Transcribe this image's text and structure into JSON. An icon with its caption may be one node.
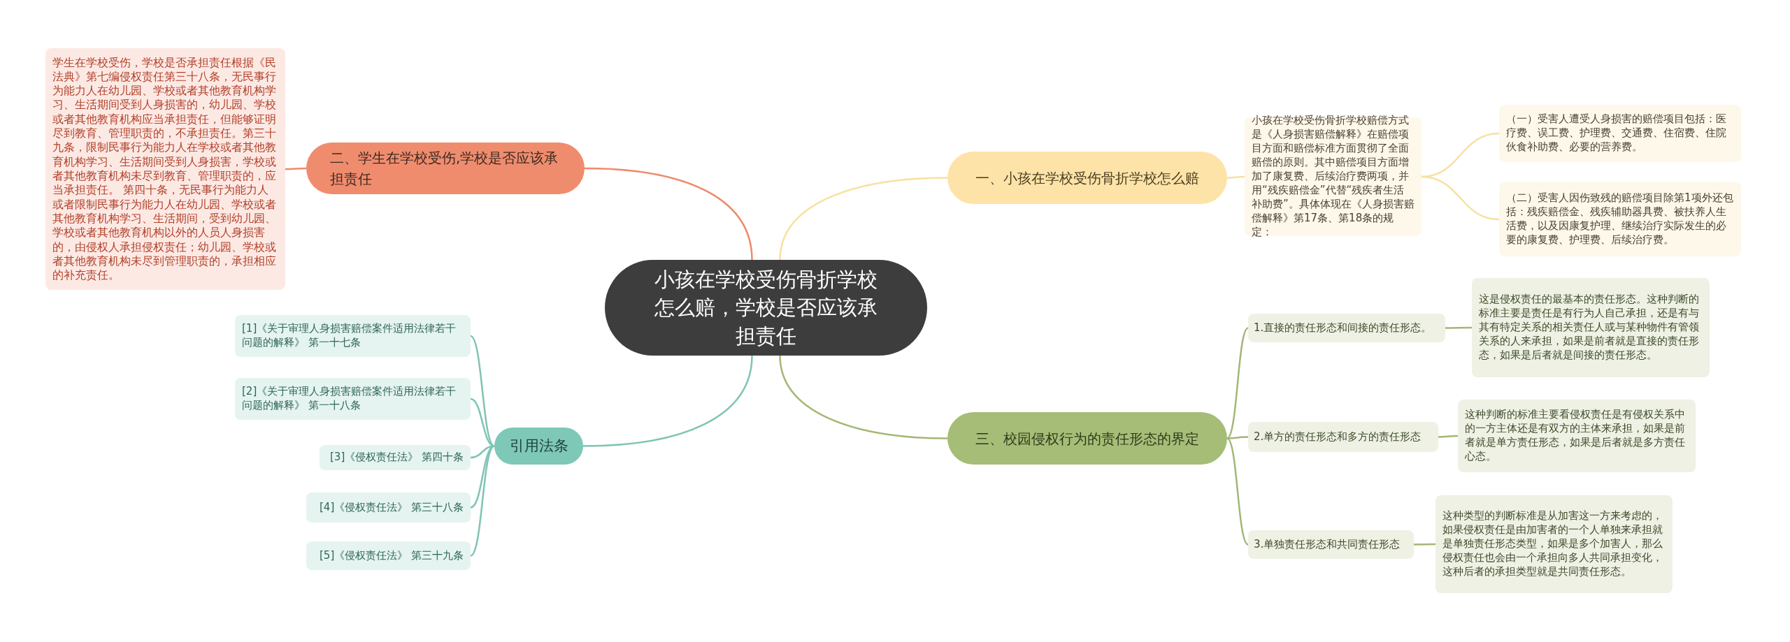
{
  "diagram": {
    "nodes": [
      {
        "text": [
          "小孩在学校受伤骨折学校怎么赔，学校是否应该承担责任"
        ]
      },
      {
        "text": [
          "二、学生在学校受伤,学校是否应该承担责任"
        ]
      },
      {
        "text": [
          "学生在学校受伤，学校是否承担责任根据《民法典》第七编侵权责任第三十八条，无民事行为能力人在幼儿园、学校或者其他教育机构学习、生活期间受到人身损害的，幼儿园、学校或者其他教育机构应当承担责任，但能够证明尽到教育、管理职责的，不承担责任。第三十九条，限制民事行为能力人在学校或者其他教育机构学习、生活期间受到人身损害，学校或者其他教育机构未尽到教育、管理职责的，应当承担责任。 第四十条，无民事行为能力人或者限制民事行为能力人在幼儿园、学校或者其他教育机构学习、生活期间，受到幼儿园、学校或者其他教育机构以外的人员人身损害的，由侵权人承担侵权责任；幼儿园、学校或者其他教育机构未尽到管理职责的，承担相应的补充责任。"
        ]
      },
      {
        "text": [
          "一、小孩在学校受伤骨折学校怎么赔"
        ]
      },
      {
        "text": [
          "小孩在学校受伤骨折学校赔偿方式是《人身损害赔偿解释》在赔偿项目方面和赔偿标准方面贯彻了全面赔偿的原则。其中赔偿项目方面增加了康复费、后续治疗费两项，并用“残疾赔偿金”代替“残疾者生活补助费”。具体体现在《人身损害赔偿解释》第17条、第18条的规定："
        ]
      },
      {
        "text": [
          "（一）受害人遭受人身损害的赔偿项目包括：医疗费、误工费、护理费、交通费、住宿费、住院伙食补助费、必要的营养费。"
        ]
      },
      {
        "text": [
          "（二）受害人因伤致残的赔偿项目除第1项外还包括：残疾赔偿金、残疾辅助器具费、被扶养人生活费，以及因康复护理、继续治疗实际发生的必要的康复费、护理费、后续治疗费。"
        ]
      },
      {
        "text": [
          "引用法条"
        ]
      },
      {
        "text": [
          "[1]《关于审理人身损害赔偿案件适用法律若干问题的解释》 第一十七条"
        ]
      },
      {
        "text": [
          "[2]《关于审理人身损害赔偿案件适用法律若干问题的解释》 第一十八条"
        ]
      },
      {
        "text": [
          "[3]《侵权责任法》 第四十条"
        ]
      },
      {
        "text": [
          "[4]《侵权责任法》 第三十八条"
        ]
      },
      {
        "text": [
          "[5]《侵权责任法》 第三十九条"
        ]
      },
      {
        "text": [
          "三、校园侵权行为的责任形态的界定"
        ]
      },
      {
        "text": [
          "1.直接的责任形态和间接的责任形态。"
        ]
      },
      {
        "text": [
          "这是侵权责任的最基本的责任形态。这种判断的标准主要是责任是有行为人自己承担，还是有与其有特定关系的相关责任人或与某种物件有管领关系的人来承担，如果是前者就是直接的责任形态，如果是后者就是间接的责任形态。"
        ]
      },
      {
        "text": [
          "2.单方的责任形态和多方的责任形态"
        ]
      },
      {
        "text": [
          "这种判断的标准主要看侵权责任是有侵权关系中的一方主体还是有双方的主体来承担，如果是前者就是单方责任形态，如果是后者就是多方责任心态。"
        ]
      },
      {
        "text": [
          "3.单独责任形态和共同责任形态"
        ]
      },
      {
        "text": [
          "这种类型的判断标准是从加害这一方来考虑的，如果侵权责任是由加害者的一个人单独来承担就是单独责任形态类型，如果是多个加害人，那么侵权责任也会由一个承担向多人共同承担变化，这种后者的承担类型就是共同责任形态。"
        ]
      }
    ],
    "edges": [
      {
        "from": 0,
        "to": 1,
        "arrow": "none",
        "color": "#ee8a6a"
      },
      {
        "from": 1,
        "to": 2,
        "arrow": "none",
        "color": "#ee8a6a"
      },
      {
        "from": 0,
        "to": 3,
        "arrow": "none",
        "color": "#f8e0a0"
      },
      {
        "from": 3,
        "to": 4,
        "arrow": "none",
        "color": "#f8e0a0"
      },
      {
        "from": 4,
        "to": 5,
        "arrow": "none",
        "color": "#f8e0a0"
      },
      {
        "from": 4,
        "to": 6,
        "arrow": "none",
        "color": "#f8e0a0"
      },
      {
        "from": 0,
        "to": 7,
        "arrow": "none",
        "color": "#7fc4b4"
      },
      {
        "from": 7,
        "to": 8,
        "arrow": "none",
        "color": "#7fc4b4"
      },
      {
        "from": 7,
        "to": 9,
        "arrow": "none",
        "color": "#7fc4b4"
      },
      {
        "from": 7,
        "to": 10,
        "arrow": "none",
        "color": "#7fc4b4"
      },
      {
        "from": 7,
        "to": 11,
        "arrow": "none",
        "color": "#7fc4b4"
      },
      {
        "from": 7,
        "to": 12,
        "arrow": "none",
        "color": "#7fc4b4"
      },
      {
        "from": 0,
        "to": 13,
        "arrow": "none"
      },
      {
        "from": 13,
        "to": 14,
        "arrow": "none"
      },
      {
        "from": 14,
        "to": 15,
        "arrow": "none"
      },
      {
        "from": 13,
        "to": 16,
        "arrow": "none"
      },
      {
        "from": 16,
        "to": 17,
        "arrow": "none"
      },
      {
        "from": 13,
        "to": 18,
        "arrow": "none"
      },
      {
        "from": 18,
        "to": 19,
        "arrow": "none"
      }
    ]
  }
}
